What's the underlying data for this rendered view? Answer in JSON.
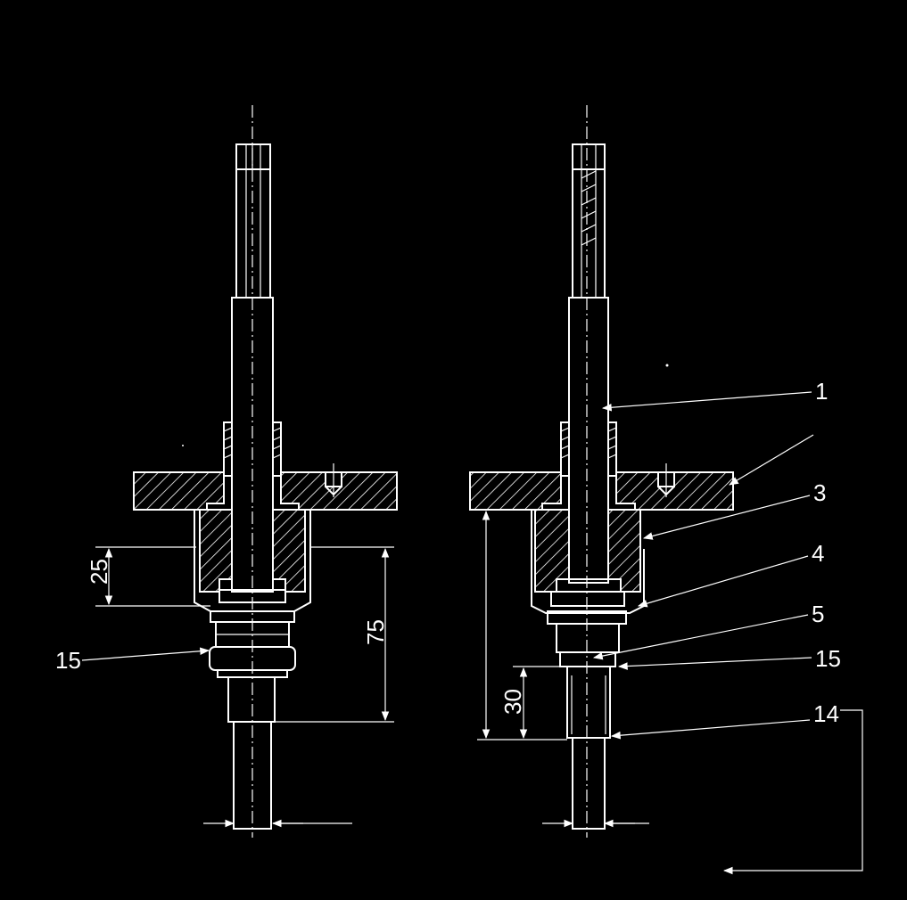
{
  "colors": {
    "background": "#000000",
    "line": "#ffffff"
  },
  "left_view": {
    "dim_25": "25",
    "dim_75": "75",
    "callout_15": "15"
  },
  "right_view": {
    "dim_30": "30",
    "callouts": {
      "c1": "1",
      "c3": "3",
      "c4": "4",
      "c5": "5",
      "c15": "15",
      "c14": "14"
    }
  }
}
